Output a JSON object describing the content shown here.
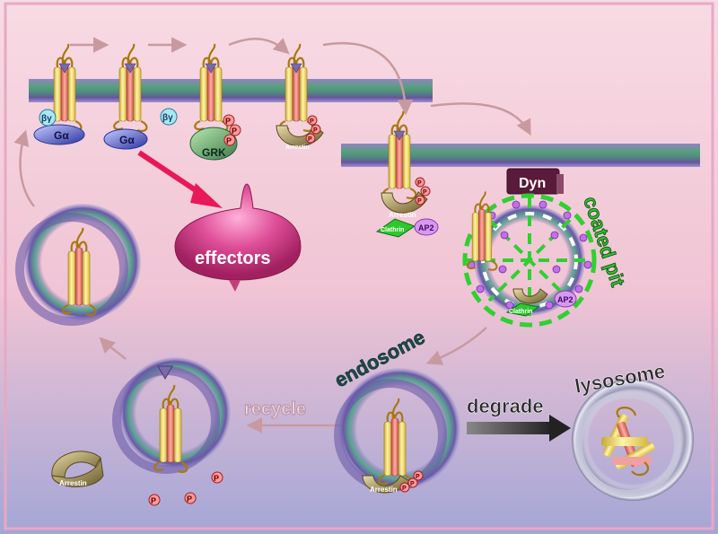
{
  "labels": {
    "g_alpha": "Gα",
    "g_betagamma": "βγ",
    "grk": "GRK",
    "arrestin": "Arrestin",
    "phosphate": "P",
    "clathrin": "Clathrin",
    "ap2": "AP2",
    "dynamin": "Dyn",
    "effectors": "effectors",
    "coated_pit": "coated pit",
    "endosome": "endosome",
    "recycle": "recycle",
    "degrade": "degrade",
    "lysosome": "lysosome"
  },
  "colors": {
    "background_top": "#f6d6e0",
    "background_bottom": "#a8a8d4",
    "frame": "#e8a8c4",
    "membrane_green": "#4f9a7c",
    "membrane_purple": "#5a4a98",
    "helix_yellow": "#f4e07a",
    "helix_red": "#e87070",
    "loop_brown": "#a8780e",
    "arrestin_khaki": "#8a7a4a",
    "grk_green": "#5ea56a",
    "g_alpha_blue": "#4f5dc8",
    "effector_magenta": "#d24a8a",
    "clathrin_green": "#2ec82e",
    "dynamin_dark": "#5a1a3a",
    "arrow_mauve": "#c89aa0",
    "signal_arrow": "#e8185a"
  },
  "icons": [
    "gpcr-receptor-icon",
    "arrestin-icon",
    "phosphate-icon",
    "vesicle-icon",
    "clathrin-cage-icon",
    "dynamin-icon",
    "effector-icon"
  ]
}
